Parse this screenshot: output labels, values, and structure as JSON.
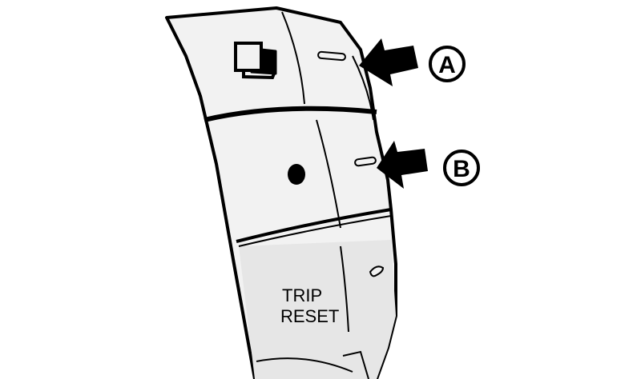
{
  "buttons": {
    "upper": {
      "icon": "display-toggle-icon"
    },
    "middle": {
      "icon": "dot-icon"
    },
    "lower": {
      "label_line1": "TRIP",
      "label_line2": "RESET"
    }
  },
  "callouts": {
    "a": {
      "label": "A"
    },
    "b": {
      "label": "B"
    }
  },
  "colors": {
    "ink": "#000000",
    "panel": "#f2f2f2",
    "panel_lower": "#e6e6e6",
    "background": "#ffffff"
  }
}
